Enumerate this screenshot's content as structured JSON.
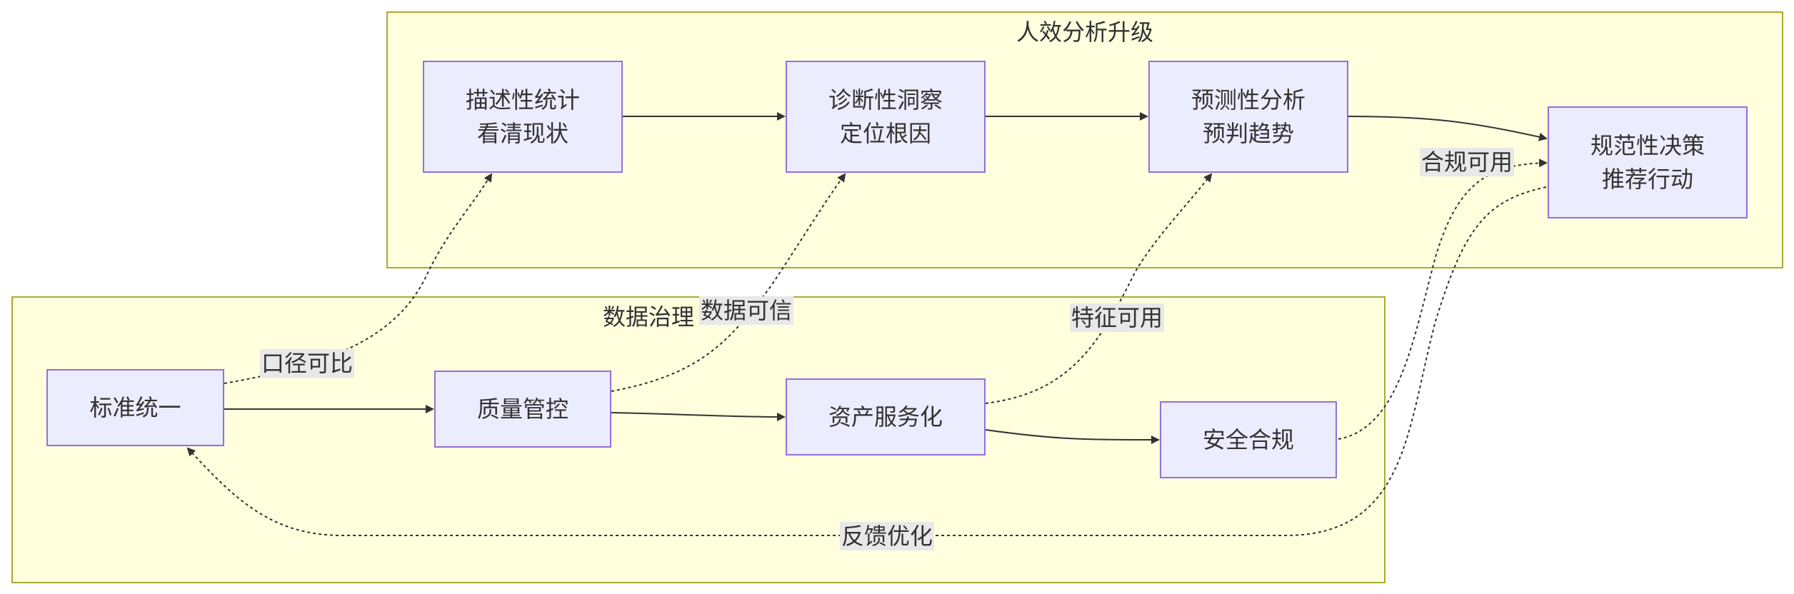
{
  "clusters": {
    "analysis": {
      "title": "人效分析升级"
    },
    "governance": {
      "title": "数据治理"
    }
  },
  "nodes": {
    "descriptive": {
      "line1": "描述性统计",
      "line2": "看清现状"
    },
    "diagnostic": {
      "line1": "诊断性洞察",
      "line2": "定位根因"
    },
    "predictive": {
      "line1": "预测性分析",
      "line2": "预判趋势"
    },
    "prescriptive": {
      "line1": "规范性决策",
      "line2": "推荐行动"
    },
    "standard": {
      "label": "标准统一"
    },
    "quality": {
      "label": "质量管控"
    },
    "asset": {
      "label": "资产服务化"
    },
    "security": {
      "label": "安全合规"
    }
  },
  "edge_labels": {
    "comparable": "口径可比",
    "trusted": "数据可信",
    "features": "特征可用",
    "compliant": "合规可用",
    "feedback": "反馈优化"
  },
  "colors": {
    "cluster_fill": "#ffffde",
    "cluster_border": "#aaaa33",
    "node_fill": "#ececff",
    "node_border": "#9370db",
    "edge": "#333333",
    "label_bg": "#e8e8e8"
  }
}
